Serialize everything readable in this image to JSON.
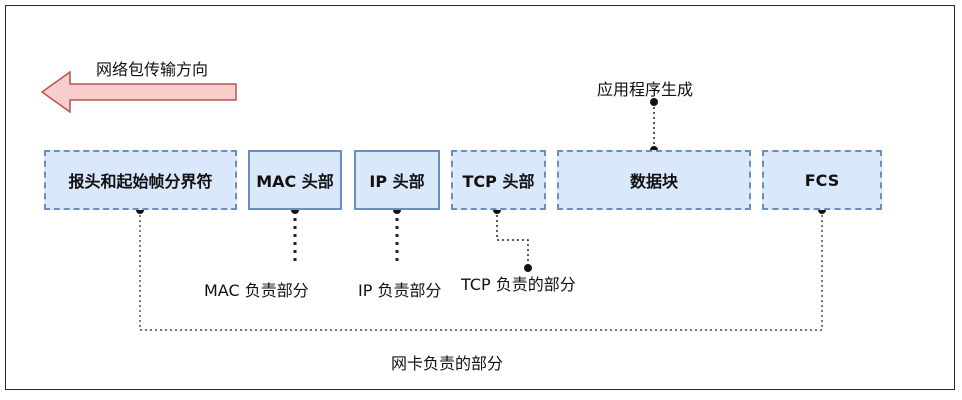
{
  "diagram": {
    "direction_label": "网络包传输方向",
    "app_label": "应用程序生成",
    "boxes": [
      {
        "id": "preamble",
        "label": "报头和起始帧分界符",
        "style": "dashed"
      },
      {
        "id": "mac",
        "label": "MAC 头部",
        "style": "solid"
      },
      {
        "id": "ip",
        "label": "IP 头部",
        "style": "solid"
      },
      {
        "id": "tcp",
        "label": "TCP 头部",
        "style": "dashed"
      },
      {
        "id": "data",
        "label": "数据块",
        "style": "dashed"
      },
      {
        "id": "fcs",
        "label": "FCS",
        "style": "dashed"
      }
    ],
    "mac_resp": "MAC 负责部分",
    "ip_resp": "IP 负责部分",
    "tcp_resp": "TCP 负责的部分",
    "nic_resp": "网卡负责的部分",
    "colors": {
      "box_fill": "#dae8fc",
      "box_border": "#6c8ebf",
      "arrow_fill": "#f8cecc",
      "arrow_border": "#b85450"
    }
  }
}
